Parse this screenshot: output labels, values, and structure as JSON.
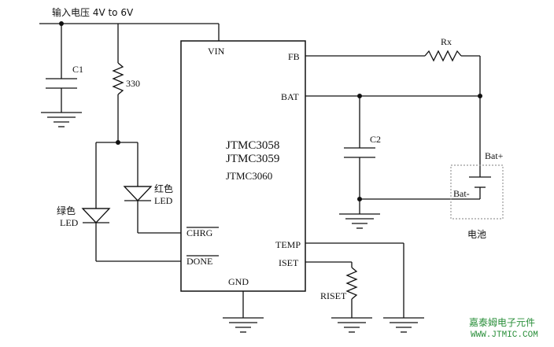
{
  "input_label": "输入电压  4V to 6V",
  "chip": {
    "part_numbers": [
      "JTMC3058",
      "JTMC3059",
      "JTMC3060"
    ],
    "pins": {
      "vin": "VIN",
      "fb": "FB",
      "bat": "BAT",
      "chrg": "CHRG",
      "done": "DONE",
      "temp": "TEMP",
      "iset": "ISET",
      "gnd": "GND"
    }
  },
  "components": {
    "c1": "C1",
    "c2": "C2",
    "r330": "330",
    "rx": "Rx",
    "riset": "RISET",
    "red_led_line1": "红色",
    "red_led_line2": "LED",
    "green_led_line1": "绿色",
    "green_led_line2": "LED"
  },
  "battery": {
    "plus": "Bat+",
    "minus": "Bat-",
    "label": "电池"
  },
  "watermark": {
    "name": "嘉泰姆电子元件",
    "url": "WWW.JTMIC.COM"
  }
}
